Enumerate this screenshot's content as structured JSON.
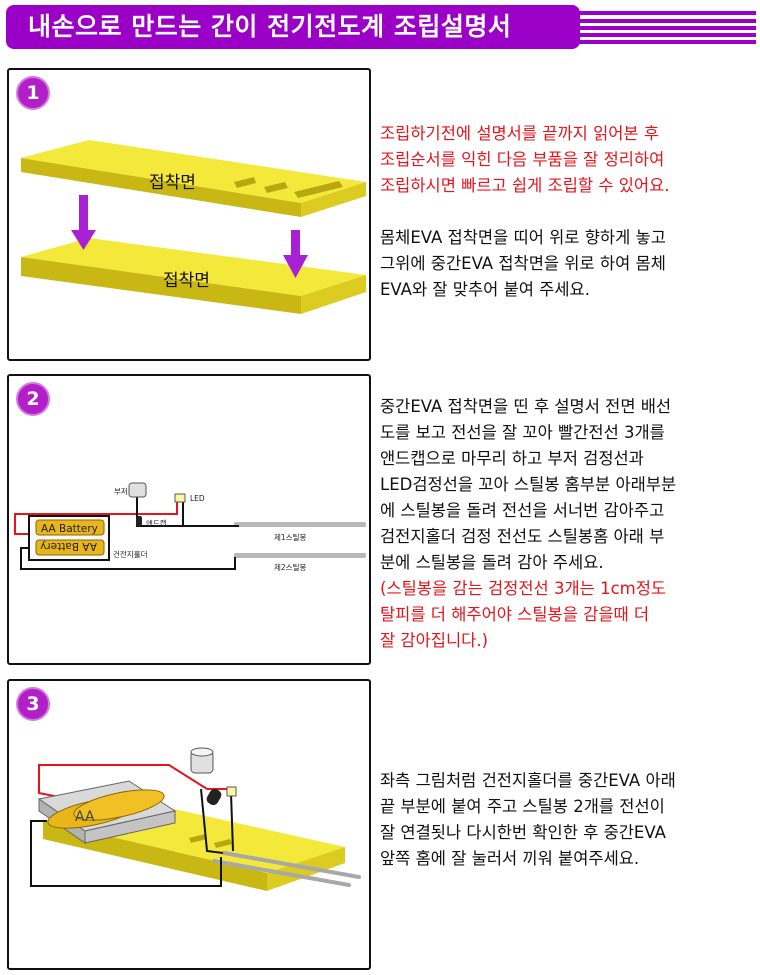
{
  "header": {
    "title": "내손으로 만드는 간이 전기전도계 조립설명서",
    "accent_color": "#9b00c6"
  },
  "steps": [
    {
      "number": "1",
      "labels": {
        "top_surface": "접착면",
        "bottom_surface": "접착면"
      },
      "text_red": [
        "조립하기전에 설명서를 끝까지 읽어본 후",
        "조립순서를 익힌 다음 부품을 잘 정리하여",
        "조립하시면 빠르고 쉽게 조립할 수 있어요."
      ],
      "text_black": [
        "몸체EVA 접착면을 띠어 위로 향하게 놓고",
        "그위에 중간EVA 접착면을 위로 하여 몸체",
        "EVA와 잘 맞추어 붙여 주세요."
      ]
    },
    {
      "number": "2",
      "labels": {
        "buzzer": "부저",
        "led": "LED",
        "end_cap": "앤드캡",
        "battery_top": "AA Battery",
        "battery_bottom": "AA Battery",
        "holder": "건전지홀더",
        "rod1": "제1스틸봉",
        "rod2": "제2스틸봉"
      },
      "text_black": [
        "중간EVA 접착면을 띤 후 설명서 전면 배선",
        "도를 보고 전선을 잘 꼬아 빨간전선 3개를",
        "앤드캡으로 마무리 하고 부저 검정선과",
        "LED검정선을 꼬아 스틸봉 홈부분 아래부분",
        "에 스틸봉을 돌려 전선을 서너번 감아주고",
        "검전지홀더 검정 전선도 스틸봉홈 아래 부",
        "분에 스틸봉을 돌려 감아 주세요."
      ],
      "text_red": [
        "(스틸봉을 감는 검정전선 3개는 1cm정도",
        "탈피를 더 해주어야 스틸봉을 감을때 더",
        "잘 감아집니다.)"
      ]
    },
    {
      "number": "3",
      "labels": {
        "battery": "AA"
      },
      "text_black": [
        "좌측 그림처럼 건전지홀더를 중간EVA 아래",
        "끝 부분에 붙여 주고 스틸봉 2개를 전선이",
        "잘 연결됫나 다시한번 확인한 후 중간EVA",
        "앞쪽 홈에  잘 눌러서 끼워 붙여주세요."
      ]
    }
  ]
}
